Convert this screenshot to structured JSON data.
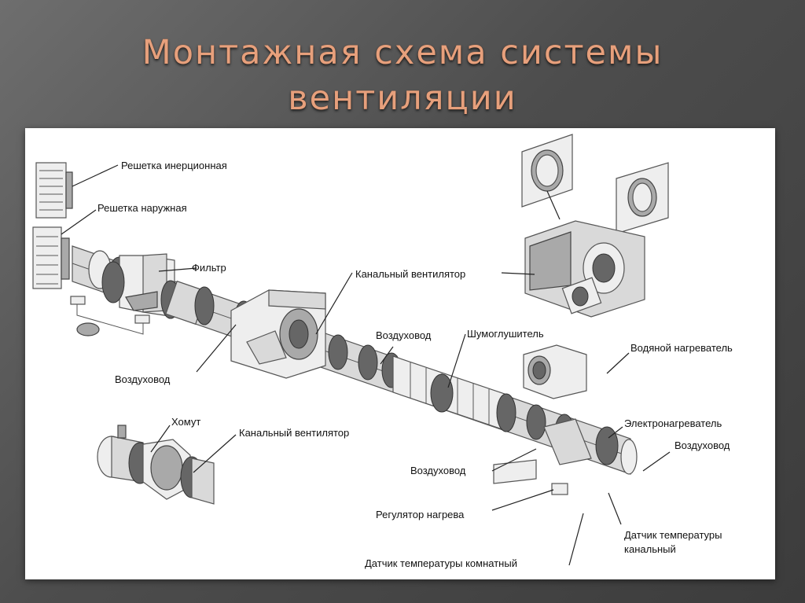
{
  "title": {
    "line1": "Монтажная схема системы",
    "line2": "вентиляции"
  },
  "labels": {
    "grille_inertial": "Решетка инерционная",
    "grille_outdoor": "Решетка наружная",
    "filter": "Фильтр",
    "duct_fan_top": "Канальный вентилятор",
    "duct_left": "Воздуховод",
    "duct_middle": "Воздуховод",
    "silencer": "Шумоглушитель",
    "water_heater": "Водяной нагреватель",
    "electric_heater": "Электронагреватель",
    "duct_right": "Воздуховод",
    "clamp": "Хомут",
    "duct_fan_bottom": "Канальный вентилятор",
    "duct_bottom": "Воздуховод",
    "heat_regulator": "Регулятор нагрева",
    "temp_sensor_duct_1": "Датчик температуры",
    "temp_sensor_duct_2": "канальный",
    "temp_sensor_room": "Датчик температуры комнатный"
  }
}
